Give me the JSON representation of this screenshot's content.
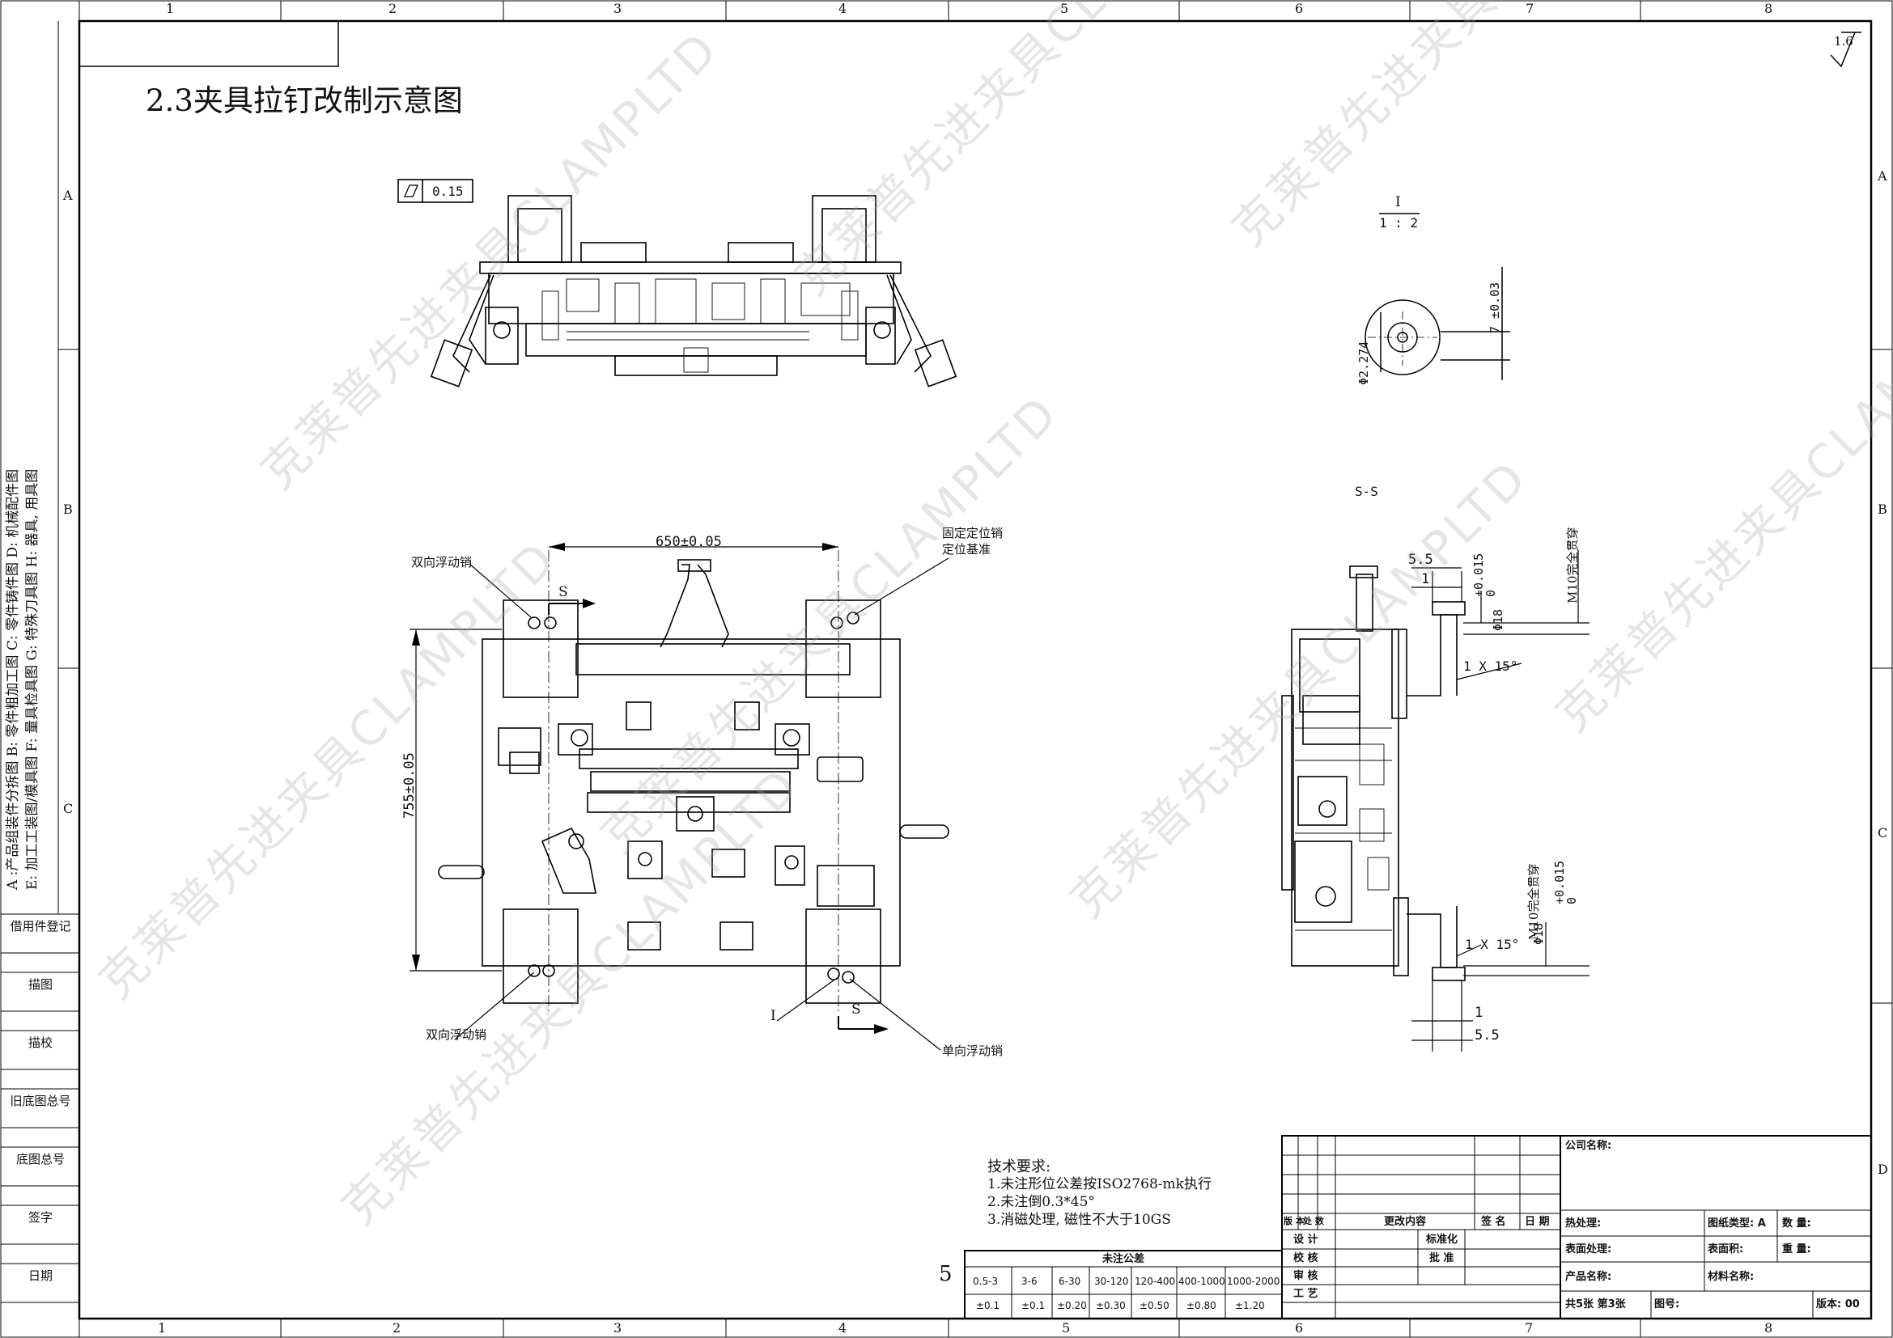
{
  "title": "2.3夹具拉钉改制示意图",
  "zones": {
    "top": [
      "1",
      "2",
      "3",
      "4",
      "5",
      "6",
      "7",
      "8"
    ],
    "side": [
      "A",
      "B",
      "C",
      "D"
    ]
  },
  "roughness": "1.6",
  "flatness": {
    "symbol": "▱",
    "value": "0.15"
  },
  "detail": {
    "label": "I",
    "scale": "1 : 2",
    "dia": "Φ2.274",
    "height": "7 ±0.03"
  },
  "section_label": "S-S",
  "plan_view": {
    "dim_width": "650±0.05",
    "dim_height": "755±0.05",
    "fixed_pin": "固定定位销",
    "datum": "定位基准",
    "float_pin_bi": "双向浮动销",
    "float_pin_bi_2": "双向浮动销",
    "float_pin_uni": "单向浮动销",
    "cut_mark": "S",
    "cut_mark_2": "S",
    "detail_mark": "I"
  },
  "section_view": {
    "dim_55_top": "5.5",
    "dim_1_top": "1",
    "tol_top": "+0.015\n0",
    "dia_top": "Φ18",
    "m10_top": "M10完全贯穿",
    "chamfer_top": "1 X 15°",
    "chamfer_bot": "1 X 15°",
    "m10_bot": "M10完全贯穿",
    "tol_bot": "+0.015\n0",
    "dia_bot": "Φ18",
    "dim_1_bot": "1",
    "dim_55_bot": "5.5"
  },
  "left_strip": {
    "categories": "A :产品组装件分拆图   B: 零件粗加工图   C: 零件铸件图   D: 机械配件图",
    "categories_2": "E: 加工工装图/模具图   F: 量具检具图   G: 特殊刀具图   H: 器具, 用具图",
    "items": [
      "借用件登记",
      "描图",
      "描校",
      "旧底图总号",
      "底图总号",
      "签字",
      "日期"
    ]
  },
  "tech_req": {
    "heading": "技术要求:",
    "lines": [
      "1.未注形位公差按ISO2768-mk执行",
      "2.未注倒0.3*45°",
      "3.消磁处理, 磁性不大于10GS"
    ]
  },
  "page_num": "5",
  "tolerance_table": {
    "heading": "未注公差",
    "ranges": [
      "0.5-3",
      "3-6",
      "6-30",
      "30-120",
      "120-400",
      "400-1000",
      "1000-2000"
    ],
    "values": [
      "±0.1",
      "±0.1",
      "±0.20",
      "±0.30",
      "±0.50",
      "±0.80",
      "±1.20"
    ]
  },
  "title_block": {
    "rev_headers": [
      "版 本",
      "处 数",
      "更改内容",
      "签 名",
      "日 期"
    ],
    "sign_rows": [
      "设 计",
      "校 核",
      "审 核",
      "工 艺"
    ],
    "std": "标准化",
    "approve": "批 准",
    "company": "公司名称:",
    "heat": "热处理:",
    "drawing_type": "图纸类型: A",
    "qty": "数 量:",
    "surface_treat": "表面处理:",
    "surface_area": "表面积:",
    "weight": "重 量:",
    "product": "产品名称:",
    "material": "材料名称:",
    "sheets": "共5张  第3张",
    "drawing_no": "图号:",
    "version": "版本: 00"
  },
  "watermark": "克莱普先进夹具CLAMPLTD"
}
